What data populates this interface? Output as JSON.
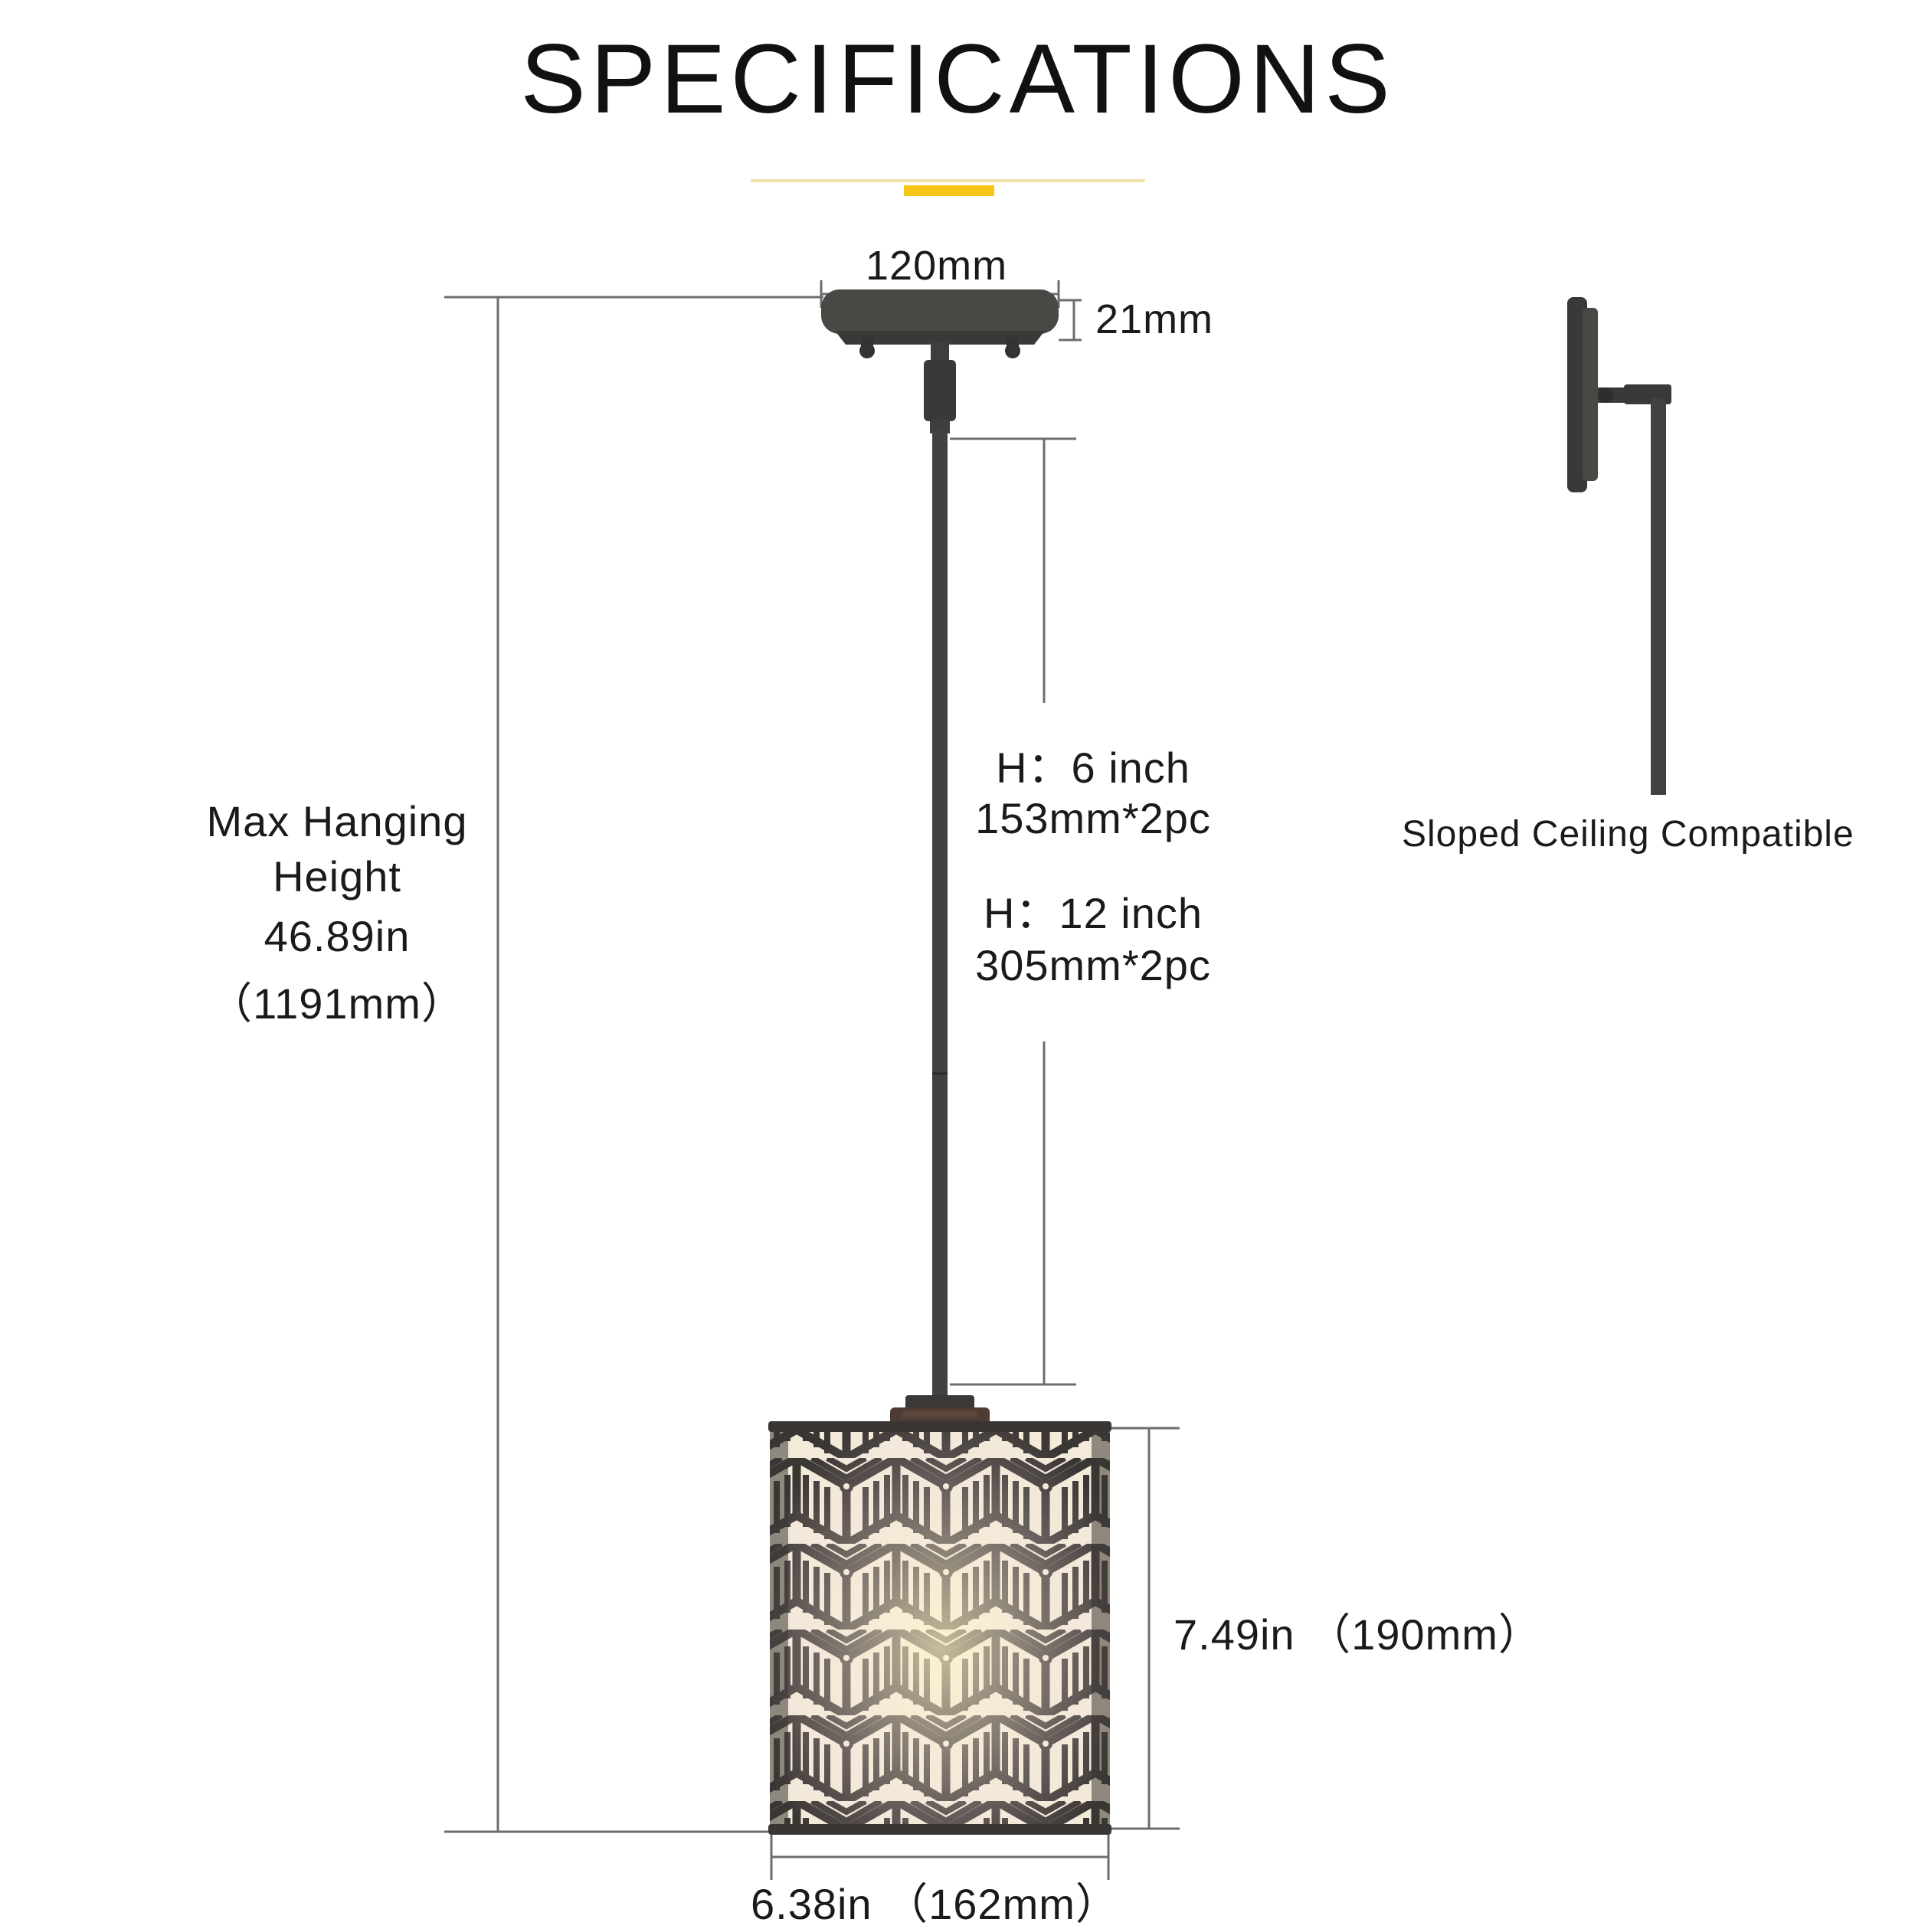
{
  "title": "SPECIFICATIONS",
  "accent_color": "#f5c518",
  "labels": {
    "canopy_width": "120mm",
    "canopy_height": "21mm",
    "rod_short_h": "H：6 inch",
    "rod_short_mm": "153mm*2pc",
    "rod_long_h": "H：12 inch",
    "rod_long_mm": "305mm*2pc",
    "max_hang_1": "Max Hanging",
    "max_hang_2": "Height",
    "max_hang_in": "46.89in",
    "max_hang_mm": "（1191mm）",
    "shade_height": "7.49in （190mm）",
    "shade_width": "6.38in （162mm）",
    "sloped": "Sloped Ceiling Compatible"
  }
}
